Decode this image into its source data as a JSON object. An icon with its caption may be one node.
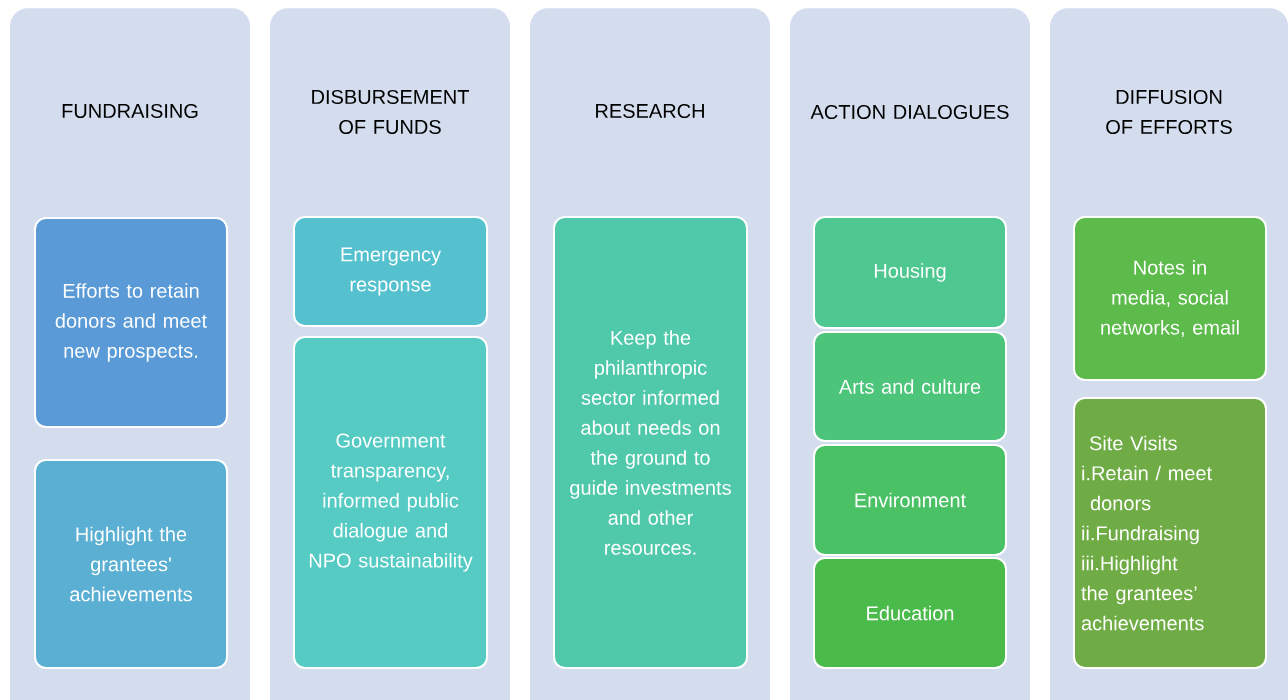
{
  "diagram": {
    "nodes": [
      {
        "text": [
          "FUNDRAISING"
        ]
      },
      {
        "text": [
          "Efforts to retain donors and meet new prospects."
        ],
        "in": 0
      },
      {
        "text": [
          "Highlight the grantees' achievements"
        ],
        "in": 0
      },
      {
        "text": [
          "DISBURSEMENT OF FUNDS"
        ]
      },
      {
        "text": [
          "Emergency response"
        ],
        "in": 3
      },
      {
        "text": [
          "Government transparency, informed public dialogue and NPO sustainability"
        ],
        "in": 3
      },
      {
        "text": [
          "RESEARCH"
        ]
      },
      {
        "text": [
          "Keep the philanthropic sector informed about needs on the ground to guide investments and other resources."
        ],
        "in": 6
      },
      {
        "text": [
          "ACTION DIALOGUES"
        ]
      },
      {
        "text": [
          "Housing"
        ],
        "in": 8
      },
      {
        "text": [
          "Arts and culture"
        ],
        "in": 8
      },
      {
        "text": [
          "Environment"
        ],
        "in": 8
      },
      {
        "text": [
          "Education"
        ],
        "in": 8
      },
      {
        "text": [
          "DIFFUSION OF EFFORTS"
        ]
      },
      {
        "text": [
          "Notes in media, social networks, email"
        ],
        "in": 13
      },
      {
        "text": [
          "Site Visits",
          "i.Retain / meet donors",
          "ii.Fundraising",
          "iii.Highlight the grantees’ achievements"
        ],
        "in": 13
      }
    ]
  }
}
